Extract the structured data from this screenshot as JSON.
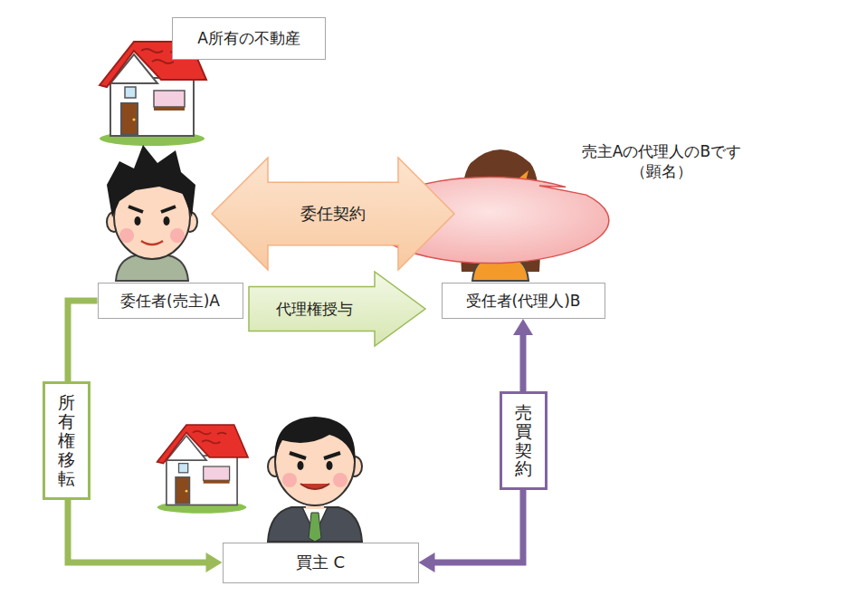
{
  "diagram": {
    "nodes": [
      {
        "text": [
          "A所有の不動産"
        ]
      },
      {
        "text": [
          "売主Aの代理人のBです （顕名）"
        ]
      },
      {
        "text": [
          "委任契約"
        ]
      },
      {
        "text": [
          "委任者(売主)A"
        ]
      },
      {
        "text": [
          "代理権授与"
        ]
      },
      {
        "text": [
          "受任者(代理人)B"
        ]
      },
      {
        "text": [
          "買主 C"
        ]
      }
    ],
    "edges": [
      {
        "from": 3,
        "to": 6,
        "arrow": "to",
        "label": "所有権移転"
      },
      {
        "from": 6,
        "to": 5,
        "arrow": "both",
        "label": "売買契約"
      }
    ]
  }
}
